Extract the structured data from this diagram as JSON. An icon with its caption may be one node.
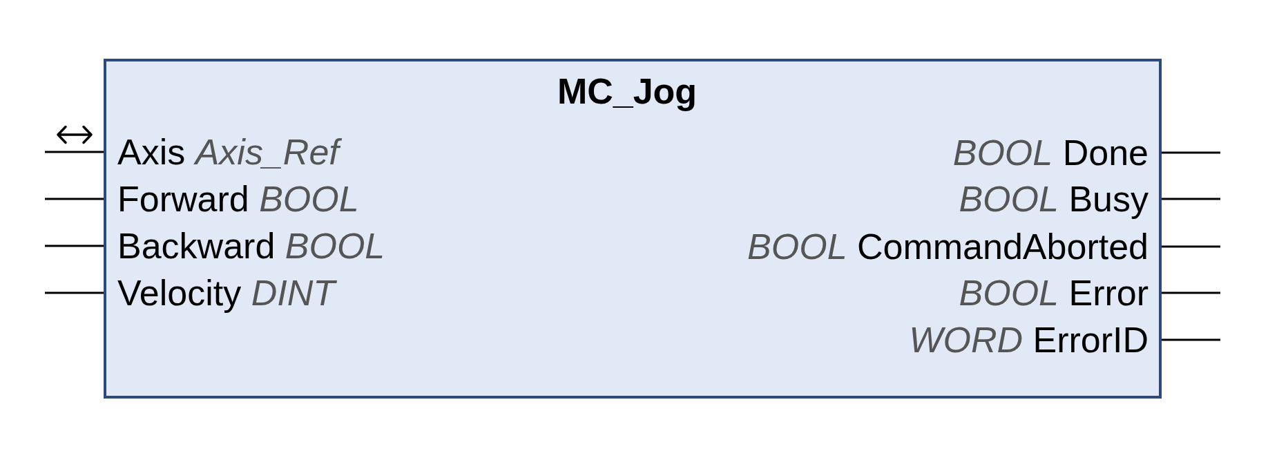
{
  "diagram": {
    "nodes": [
      {
        "text": [
          "MC_Jog"
        ]
      },
      {
        "text": [
          "Axis *Axis_Ref*"
        ],
        "in": 0
      },
      {
        "text": [
          "Forward *BOOL*"
        ],
        "in": 0
      },
      {
        "text": [
          "Backward *BOOL*"
        ],
        "in": 0
      },
      {
        "text": [
          "Velocity *DINT*"
        ],
        "in": 0
      },
      {
        "text": [
          "*BOOL* Done"
        ],
        "in": 0
      },
      {
        "text": [
          "*BOOL* Busy"
        ],
        "in": 0
      },
      {
        "text": [
          "*BOOL* CommandAborted"
        ],
        "in": 0
      },
      {
        "text": [
          "*BOOL* Error"
        ],
        "in": 0
      },
      {
        "text": [
          "*WORD* ErrorID"
        ],
        "in": 0
      }
    ],
    "edges": [
      {
        "from": null,
        "to": 1,
        "arrow": "none"
      },
      {
        "from": null,
        "to": 2,
        "arrow": "none"
      },
      {
        "from": null,
        "to": 3,
        "arrow": "none"
      },
      {
        "from": null,
        "to": 4,
        "arrow": "none"
      },
      {
        "from": 5,
        "to": null,
        "arrow": "none"
      },
      {
        "from": 6,
        "to": null,
        "arrow": "none"
      },
      {
        "from": 7,
        "to": null,
        "arrow": "none"
      },
      {
        "from": 8,
        "to": null,
        "arrow": "none"
      },
      {
        "from": 9,
        "to": null,
        "arrow": "none"
      }
    ]
  }
}
